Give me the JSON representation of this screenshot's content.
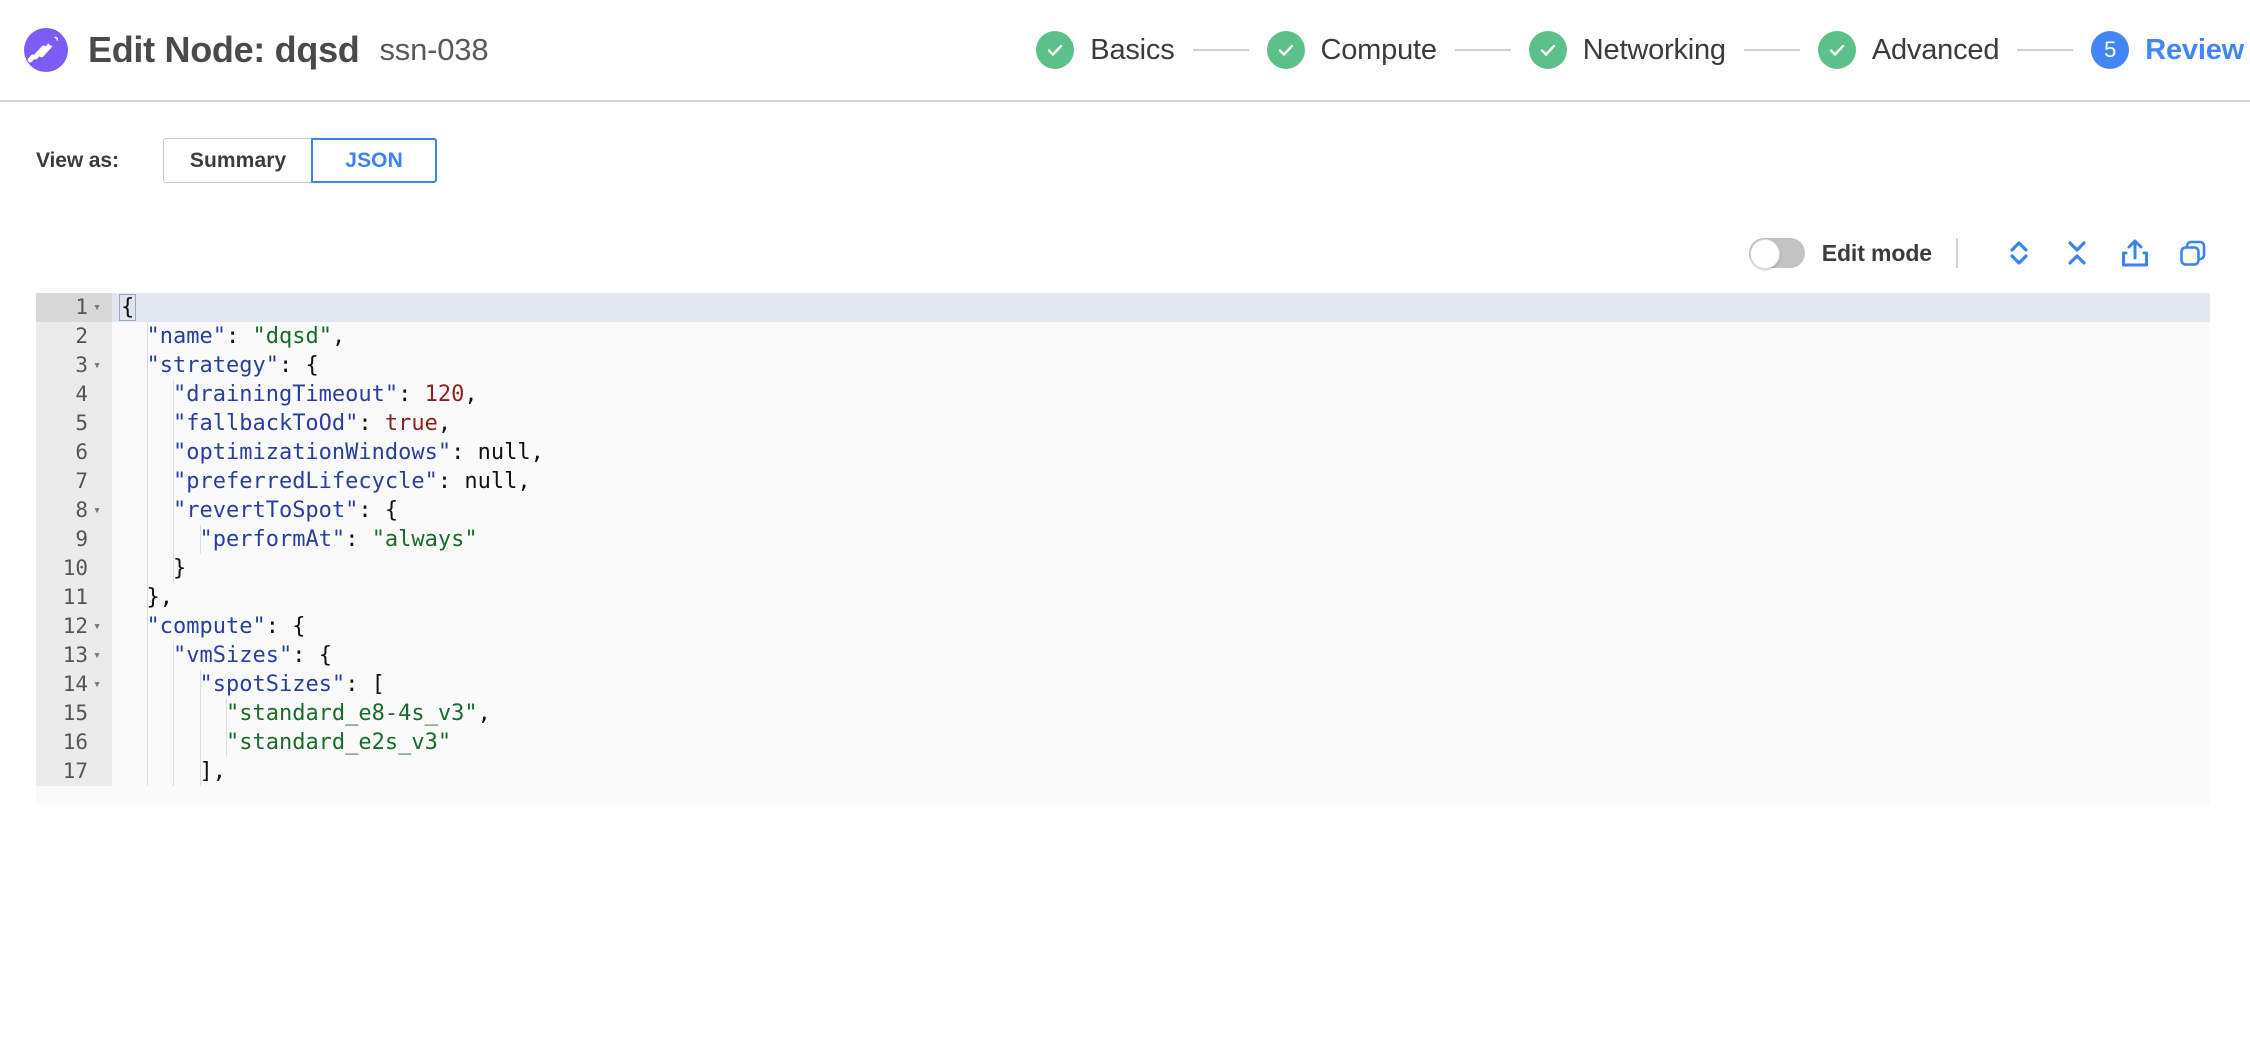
{
  "header": {
    "logo_icon": "spot-comet-logo-icon",
    "title": "Edit Node: dqsd",
    "node_id": "ssn-038",
    "stepper": [
      {
        "label": "Basics",
        "state": "done",
        "badge": "check"
      },
      {
        "label": "Compute",
        "state": "done",
        "badge": "check"
      },
      {
        "label": "Networking",
        "state": "done",
        "badge": "check"
      },
      {
        "label": "Advanced",
        "state": "done",
        "badge": "check"
      },
      {
        "label": "Review",
        "state": "current",
        "badge": "5"
      }
    ]
  },
  "view_as": {
    "label": "View as:",
    "options": [
      {
        "label": "Summary",
        "selected": false
      },
      {
        "label": "JSON",
        "selected": true
      }
    ]
  },
  "editor_toolbar": {
    "edit_mode_label": "Edit mode",
    "edit_mode_on": false,
    "actions": [
      {
        "name": "expand-all",
        "icon": "chevrons-expand-icon"
      },
      {
        "name": "collapse-all",
        "icon": "chevrons-collapse-icon"
      },
      {
        "name": "export",
        "icon": "share-upload-icon"
      },
      {
        "name": "copy",
        "icon": "copy-duplicate-icon"
      }
    ]
  },
  "colors": {
    "brand_purple": "#7c5cf5",
    "step_done_green": "#5cc08a",
    "accent_blue": "#4285f4",
    "json_key": "#2a3f9d",
    "json_string": "#1a6b2a",
    "json_number": "#8f2020",
    "editor_bg": "#fafafa",
    "gutter_bg": "#ebebeb",
    "active_line_bg": "#e3e7f0"
  },
  "code": {
    "language": "json",
    "active_line": 1,
    "lines": [
      {
        "num": 1,
        "foldable": true,
        "indent": 0,
        "tokens": [
          {
            "t": "{",
            "c": "p",
            "box": true
          }
        ]
      },
      {
        "num": 2,
        "foldable": false,
        "indent": 1,
        "tokens": [
          {
            "t": "\"name\"",
            "c": "k"
          },
          {
            "t": ": ",
            "c": "p"
          },
          {
            "t": "\"dqsd\"",
            "c": "s"
          },
          {
            "t": ",",
            "c": "p"
          }
        ]
      },
      {
        "num": 3,
        "foldable": true,
        "indent": 1,
        "tokens": [
          {
            "t": "\"strategy\"",
            "c": "k"
          },
          {
            "t": ": {",
            "c": "p"
          }
        ]
      },
      {
        "num": 4,
        "foldable": false,
        "indent": 2,
        "tokens": [
          {
            "t": "\"drainingTimeout\"",
            "c": "k"
          },
          {
            "t": ": ",
            "c": "p"
          },
          {
            "t": "120",
            "c": "n"
          },
          {
            "t": ",",
            "c": "p"
          }
        ]
      },
      {
        "num": 5,
        "foldable": false,
        "indent": 2,
        "tokens": [
          {
            "t": "\"fallbackToOd\"",
            "c": "k"
          },
          {
            "t": ": ",
            "c": "p"
          },
          {
            "t": "true",
            "c": "n"
          },
          {
            "t": ",",
            "c": "p"
          }
        ]
      },
      {
        "num": 6,
        "foldable": false,
        "indent": 2,
        "tokens": [
          {
            "t": "\"optimizationWindows\"",
            "c": "k"
          },
          {
            "t": ": ",
            "c": "p"
          },
          {
            "t": "null",
            "c": "p"
          },
          {
            "t": ",",
            "c": "p"
          }
        ]
      },
      {
        "num": 7,
        "foldable": false,
        "indent": 2,
        "tokens": [
          {
            "t": "\"preferredLifecycle\"",
            "c": "k"
          },
          {
            "t": ": ",
            "c": "p"
          },
          {
            "t": "null",
            "c": "p"
          },
          {
            "t": ",",
            "c": "p"
          }
        ]
      },
      {
        "num": 8,
        "foldable": true,
        "indent": 2,
        "tokens": [
          {
            "t": "\"revertToSpot\"",
            "c": "k"
          },
          {
            "t": ": {",
            "c": "p"
          }
        ]
      },
      {
        "num": 9,
        "foldable": false,
        "indent": 3,
        "tokens": [
          {
            "t": "\"performAt\"",
            "c": "k"
          },
          {
            "t": ": ",
            "c": "p"
          },
          {
            "t": "\"always\"",
            "c": "s"
          }
        ]
      },
      {
        "num": 10,
        "foldable": false,
        "indent": 2,
        "tokens": [
          {
            "t": "}",
            "c": "p"
          }
        ]
      },
      {
        "num": 11,
        "foldable": false,
        "indent": 1,
        "tokens": [
          {
            "t": "},",
            "c": "p"
          }
        ]
      },
      {
        "num": 12,
        "foldable": true,
        "indent": 1,
        "tokens": [
          {
            "t": "\"compute\"",
            "c": "k"
          },
          {
            "t": ": {",
            "c": "p"
          }
        ]
      },
      {
        "num": 13,
        "foldable": true,
        "indent": 2,
        "tokens": [
          {
            "t": "\"vmSizes\"",
            "c": "k"
          },
          {
            "t": ": {",
            "c": "p"
          }
        ]
      },
      {
        "num": 14,
        "foldable": true,
        "indent": 3,
        "tokens": [
          {
            "t": "\"spotSizes\"",
            "c": "k"
          },
          {
            "t": ": [",
            "c": "p"
          }
        ]
      },
      {
        "num": 15,
        "foldable": false,
        "indent": 4,
        "tokens": [
          {
            "t": "\"standard_e8-4s_v3\"",
            "c": "s"
          },
          {
            "t": ",",
            "c": "p"
          }
        ]
      },
      {
        "num": 16,
        "foldable": false,
        "indent": 4,
        "tokens": [
          {
            "t": "\"standard_e2s_v3\"",
            "c": "s"
          }
        ]
      },
      {
        "num": 17,
        "foldable": false,
        "indent": 3,
        "tokens": [
          {
            "t": "],",
            "c": "p"
          }
        ]
      }
    ]
  }
}
